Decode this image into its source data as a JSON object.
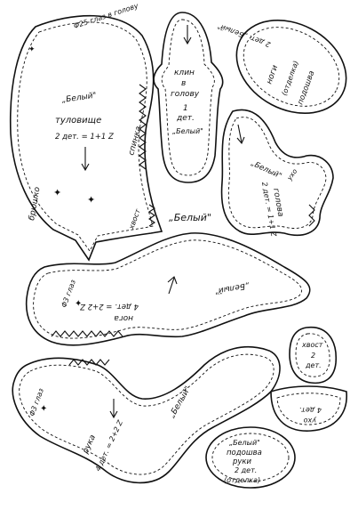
{
  "pieces": {
    "body": {
      "eyes": "Φ25 глаз в голову",
      "fabric": "„Белый\"",
      "name": "туловище",
      "count": "2 дет. = 1+1 Z",
      "back": "спинка",
      "belly": "брюшко",
      "tail_mark": "хвост"
    },
    "head_gusset": {
      "name_1": "клин",
      "name_2": "в",
      "name_3": "голову",
      "count_1": "1",
      "count_2": "дет.",
      "fabric": "„Белый\""
    },
    "leg_sole": {
      "name": "ноги",
      "fabric": "(отделка)",
      "sole": "подошва",
      "count": "2 дет. „Белый\""
    },
    "head": {
      "fabric": "„Белый\"",
      "name": "голова",
      "count": "2 дет. = 1+1 Z",
      "ear": "ухо"
    },
    "standalone_label": "„Белый\"",
    "leg": {
      "eyes": "Φ3 глаз",
      "fabric": "„Белый\"",
      "name": "нога",
      "count": "4 дет. = 2+2 Z"
    },
    "arm": {
      "eyes": "Φ3 глаз",
      "name": "рука",
      "count": "4 дет. = 2+2 Z",
      "fabric": "„Белый\""
    },
    "tail": {
      "name": "хвост",
      "count_1": "2",
      "count_2": "дет."
    },
    "ear": {
      "name": "ухо",
      "count": "4 дет."
    },
    "hand_sole": {
      "fabric": "„Белый\"",
      "name_1": "подошва",
      "name_2": "руки",
      "count": "2 дет.",
      "trim": "(отделка)"
    }
  }
}
